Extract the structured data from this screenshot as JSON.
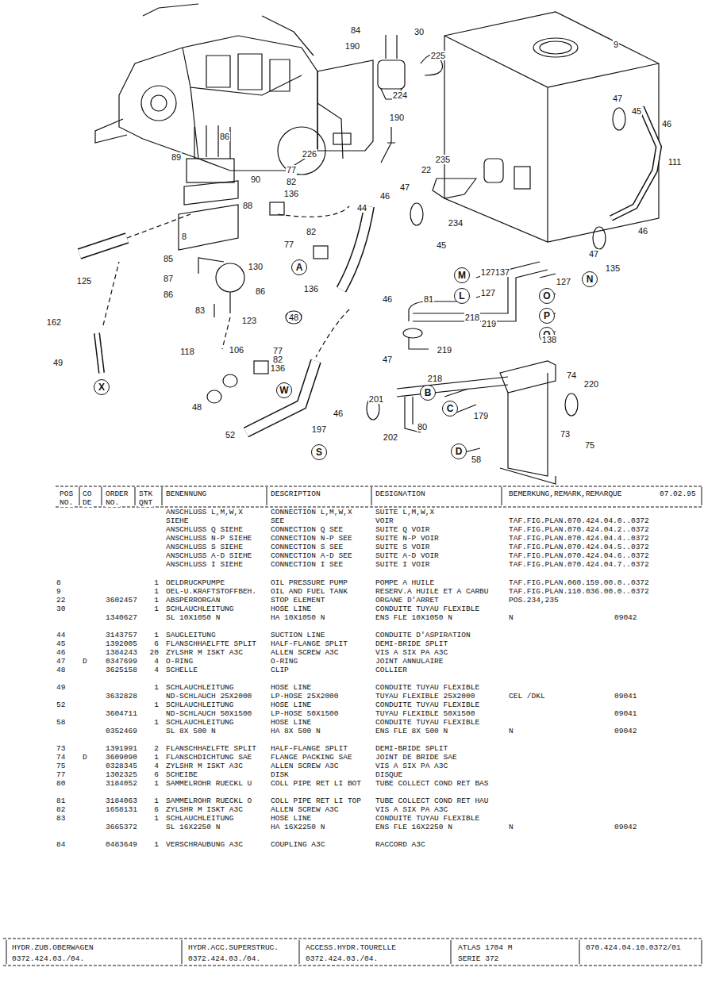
{
  "diagram": {
    "nodes": [
      {
        "text": [
          "X"
        ]
      },
      {
        "text": [
          "A"
        ]
      },
      {
        "text": [
          "W"
        ]
      },
      {
        "text": [
          "M"
        ]
      },
      {
        "text": [
          "N"
        ]
      },
      {
        "text": [
          "L"
        ]
      },
      {
        "text": [
          "O"
        ]
      },
      {
        "text": [
          "P"
        ]
      },
      {
        "text": [
          "Q"
        ]
      },
      {
        "text": [
          "B"
        ]
      },
      {
        "text": [
          "C"
        ]
      },
      {
        "text": [
          "D"
        ]
      },
      {
        "text": [
          "S"
        ]
      }
    ],
    "labels": [
      "84",
      "30",
      "190",
      "225",
      "9",
      "224",
      "190",
      "47",
      "45",
      "46",
      "111",
      "86",
      "89",
      "90",
      "226",
      "77",
      "82",
      "136",
      "235",
      "22",
      "47",
      "46",
      "234",
      "88",
      "44",
      "8",
      "45",
      "46",
      "47",
      "135",
      "82",
      "77",
      "85",
      "130",
      "125",
      "87",
      "86",
      "86",
      "136",
      "127",
      "137",
      "127",
      "83",
      "123",
      "127",
      "218",
      "219",
      "46",
      "81",
      "138",
      "162",
      "118",
      "106",
      "77",
      "82",
      "136",
      "48",
      "219",
      "47",
      "218",
      "49",
      "74",
      "220",
      "179",
      "201",
      "48",
      "46",
      "197",
      "202",
      "80",
      "73",
      "75",
      "52",
      "58",
      "POS",
      "CO",
      "ORDER",
      "STK",
      "BENENNUNG",
      "DESCRIPTION",
      "DESIGNATION",
      "BEMERKUNG,REMARK,REMARQUE",
      "07.02.95",
      "NO.",
      "DE",
      "NO.",
      "QNT",
      "ANSCHLUSS L,M,W,X",
      "CONNECTION L,M,W,X",
      "SUITE L,M,W,X",
      "SIEHE",
      "SEE",
      "VOIR",
      "TAF.FIG.PLAN.070.424.04.0..0372",
      "ANSCHLUSS Q SIEHE",
      "CONNECTION Q SEE",
      "SUITE Q VOIR",
      "TAF.FIG.PLAN.070.424.04.2..0372",
      "ANSCHLUSS N-P SIEHE",
      "CONNECTION N-P SEE",
      "SUITE N-P VOIR",
      "TAF.FIG.PLAN.070.424.04.4..0372",
      "ANSCHLUSS S SIEHE",
      "CONNECTION S SEE",
      "SUITE S VOIR",
      "TAF.FIG.PLAN.070.424.04.5..0372",
      "ANSCHLUSS A-D SIEHE",
      "CONNECTION A-D SEE",
      "SUITE A-D VOIR",
      "TAF.FIG.PLAN.070.424.04.6..0372",
      "ANSCHLUSS I SIEHE",
      "CONNECTION I SEE",
      "SUITE I VOIR",
      "TAF.FIG.PLAN.070.424.04.7..0372",
      "8",
      "1",
      "OELDRUCKPUMPE",
      "OIL PRESSURE PUMP",
      "POMPE A HUILE",
      "TAF.FIG.PLAN.060.159.00.0..0372",
      "9",
      "1",
      "OEL-U.KRAFTSTOFFBEH.",
      "OIL AND FUEL TANK",
      "RESERV.A HUILE ET A CARBU",
      "TAF.FIG.PLAN.110.036.00.0..0372",
      "22",
      "3602457",
      "1",
      "ABSPERRORGAN",
      "STOP ELEMENT",
      "ORGANE D'ARRET",
      "POS.234,235",
      "30",
      "1",
      "SCHLAUCHLEITUNG",
      "HOSE LINE",
      "CONDUITE TUYAU FLEXIBLE",
      "1340627",
      "SL 10X1050 N",
      "HA 10X1050 N",
      "ENS FLE 10X1050 N",
      "N",
      "09042",
      "44",
      "3143757",
      "1",
      "SAUGLEITUNG",
      "SUCTION LINE",
      "CONDUITE D'ASPIRATION",
      "45",
      "1392005",
      "6",
      "FLANSCHHAELFTE SPLIT",
      "HALF-FLANGE SPLIT",
      "DEMI-BRIDE SPLIT",
      "46",
      "1384243",
      "20",
      "ZYLSHR M ISKT A3C",
      "ALLEN SCREW A3C",
      "VIS A SIX PA A3C",
      "47",
      "D",
      "0347699",
      "4",
      "O-RING",
      "O-RING",
      "JOINT ANNULAIRE",
      "48",
      "3625158",
      "4",
      "SCHELLE",
      "CLIP",
      "COLLIER",
      "49",
      "1",
      "SCHLAUCHLEITUNG",
      "HOSE LINE",
      "CONDUITE TUYAU FLEXIBLE",
      "3632828",
      "ND-SCHLAUCH 25X2000",
      "LP-HOSE 25X2000",
      "TUYAU FLEXIBLE 25X2000",
      "CEL /DKL",
      "09041",
      "52",
      "1",
      "SCHLAUCHLEITUNG",
      "HOSE LINE",
      "CONDUITE TUYAU FLEXIBLE",
      "3604711",
      "ND-SCHLAUCH 50X1500",
      "LP-HOSE 50X1500",
      "TUYAU FLEXIBLE 50X1500",
      "09041",
      "58",
      "1",
      "SCHLAUCHLEITUNG",
      "HOSE LINE",
      "CONDUITE TUYAU FLEXIBLE",
      "0352469",
      "SL 8X 500 N",
      "HA 8X 500 N",
      "ENS FLE 8X 500 N",
      "N",
      "09042",
      "73",
      "1391991",
      "2",
      "FLANSCHHAELFTE SPLIT",
      "HALF-FLANGE SPLIT",
      "DEMI-BRIDE SPLIT",
      "74",
      "D",
      "3609090",
      "1",
      "FLANSCHDICHTUNG SAE",
      "FLANGE PACKING SAE",
      "JOINT DE BRIDE SAE",
      "75",
      "0328345",
      "4",
      "ZYLSHR M ISKT A3C",
      "ALLEN SCREW A3C",
      "VIS A SIX PA A3C",
      "77",
      "1302325",
      "6",
      "SCHEIBE",
      "DISK",
      "DISQUE",
      "80",
      "3184052",
      "1",
      "SAMMELROHR RUECKL U",
      "COLL PIPE RET LI BOT",
      "TUBE COLLECT COND RET BAS",
      "81",
      "3184063",
      "1",
      "SAMMELROHR RUECKL O",
      "COLL PIPE RET LI TOP",
      "TUBE COLLECT COND RET HAU",
      "82",
      "1658131",
      "6",
      "ZYLSHR M ISKT A3C",
      "ALLEN SCREW A3C",
      "VIS A SIX PA A3C",
      "83",
      "1",
      "SCHLAUCHLEITUNG",
      "HOSE LINE",
      "CONDUITE TUYAU FLEXIBLE",
      "3665372",
      "SL 16X2250 N",
      "HA 16X2250 N",
      "ENS FLE 16X2250 N",
      "N",
      "09042",
      "84",
      "0483649",
      "1",
      "VERSCHRAUBUNG A3C",
      "COUPLING A3C",
      "RACCORD A3C",
      "HYDR.ZUB.OBERWAGEN",
      "HYDR.ACC.SUPERSTRUC.",
      "ACCESS.HYDR.TOURELLE",
      "ATLAS 1704 M",
      "070.424.04.10.0372/01",
      "0372.424.03./04.",
      "0372.424.03./04.",
      "0372.424.03./04.",
      "SERIE 372"
    ]
  }
}
